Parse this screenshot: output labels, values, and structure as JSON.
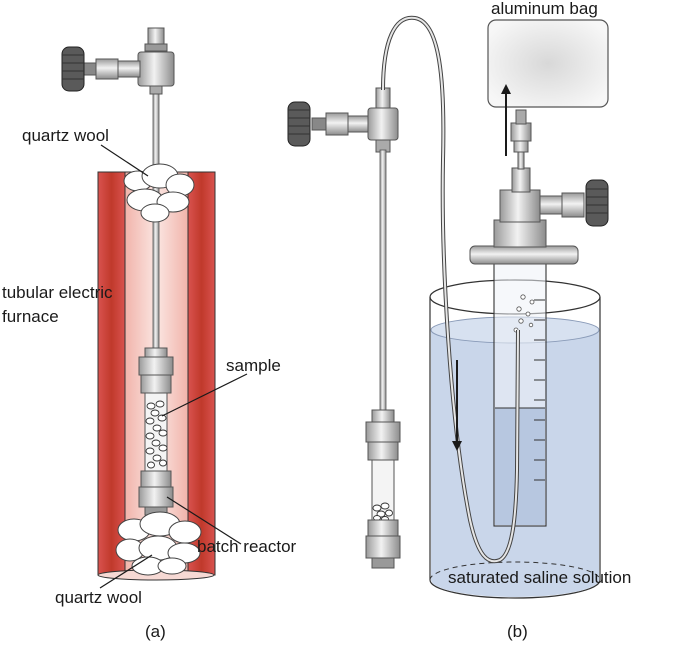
{
  "panel_a": {
    "caption": "(a)",
    "labels": {
      "quartz_wool_top": "quartz wool",
      "furnace_line1": "tubular electric",
      "furnace_line2": "furnace",
      "sample": "sample",
      "batch_reactor": "batch reactor",
      "quartz_wool_bottom": "quartz wool"
    }
  },
  "panel_b": {
    "caption": "(b)",
    "labels": {
      "aluminum_bag": "aluminum bag",
      "solution": "saturated saline solution"
    }
  },
  "colors": {
    "furnace_wall": "#c0392b",
    "furnace_glow": "#f4c7c0",
    "solution": "#c9d6ea",
    "steel": "#c8c8c8",
    "knob": "#555555"
  }
}
